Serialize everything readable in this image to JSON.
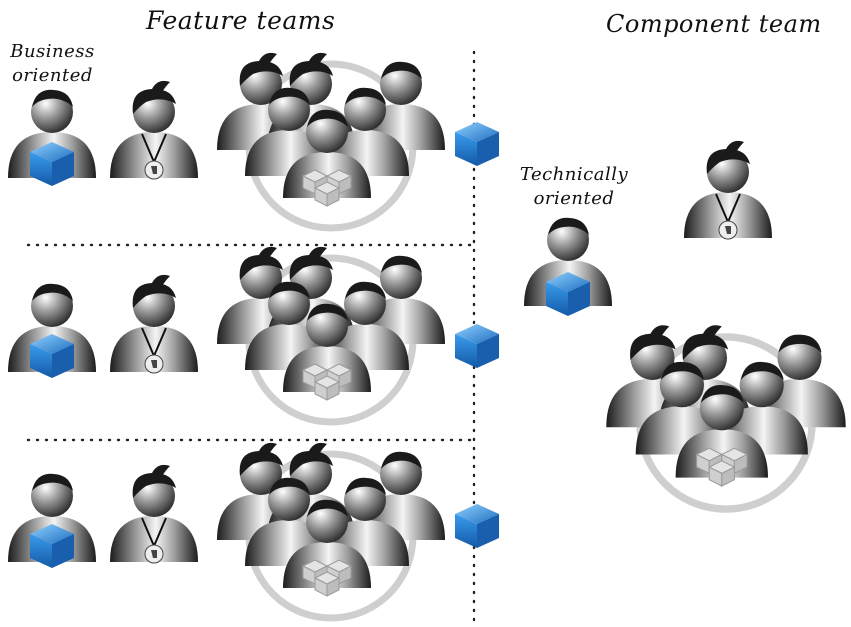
{
  "titles": {
    "feature_teams": "Feature teams",
    "component_team": "Component team"
  },
  "labels": {
    "business_line1": "Business",
    "business_line2": "oriented",
    "technical_line1": "Technically",
    "technical_line2": "oriented"
  },
  "colors": {
    "cube_blue": "#2f8fdf",
    "ring_gray": "#cfcfcf",
    "dotted_divider": "#222222"
  }
}
